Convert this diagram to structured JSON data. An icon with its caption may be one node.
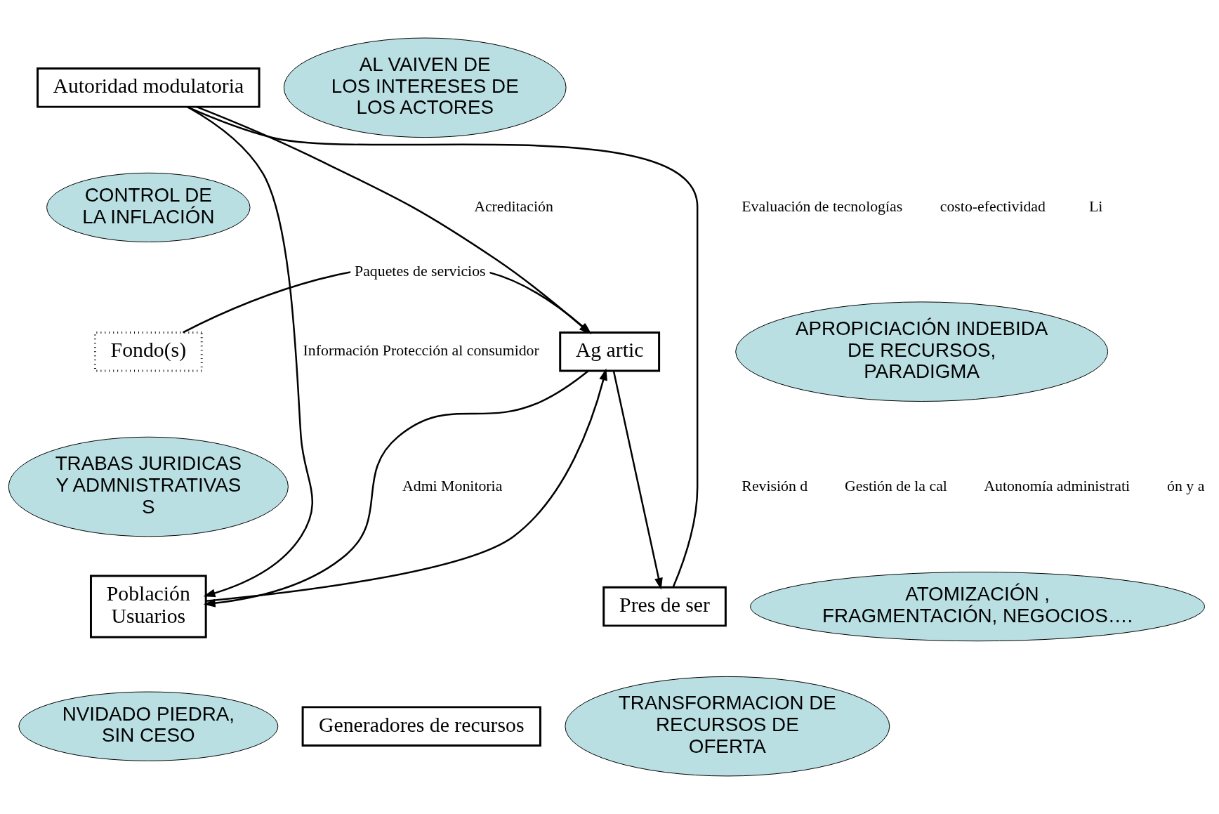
{
  "diagram": {
    "nodes": [
      {
        "text": [
          "Autoridad modulatoria"
        ]
      },
      {
        "text": [
          "Fondo(s)"
        ]
      },
      {
        "text": [
          "Ag artic"
        ]
      },
      {
        "text": [
          "Población",
          "Usuarios"
        ]
      },
      {
        "text": [
          "Pres de ser"
        ]
      },
      {
        "text": [
          "Generadores de recursos"
        ]
      },
      {
        "text": [
          "AL VAIVEN DE LOS INTERESES DE LOS ACTORES"
        ]
      },
      {
        "text": [
          "CONTROL DE LA INFLACIÓN"
        ]
      },
      {
        "text": [
          "APROPICIACIÓN INDEBIDA DE RECURSOS, PARADIGMA"
        ]
      },
      {
        "text": [
          "TRABAS JURIDICAS Y ADMNISTRATIVAS S"
        ]
      },
      {
        "text": [
          "ATOMIZACIÓN , FRAGMENTACIÓN, NEGOCIOS…."
        ]
      },
      {
        "text": [
          "NVIDADO PIEDRA, SIN CESO"
        ]
      },
      {
        "text": [
          "TRANSFORMACION DE RECURSOS DE OFERTA"
        ]
      }
    ],
    "edges": [
      {
        "from": 0,
        "to": 2,
        "arrow": "to",
        "label": "Acreditación"
      },
      {
        "from": 1,
        "to": 2,
        "arrow": "to",
        "label": "Paquetes de servicios"
      },
      {
        "from": 3,
        "to": 2,
        "arrow": "to"
      },
      {
        "from": 2,
        "to": 3,
        "arrow": "to",
        "label": "Admi Monitoria"
      },
      {
        "from": 2,
        "to": 4,
        "arrow": "to"
      },
      {
        "from": 0,
        "to": 3,
        "arrow": "to",
        "label": "Información Protección al consumidor"
      },
      {
        "from": 0,
        "to": 4,
        "arrow": "none"
      }
    ],
    "labels": [
      "Evaluación de tecnologías",
      "costo-efectividad",
      "Li",
      "Revisión d",
      "Gestión de la cal",
      "Autonomía administrati",
      "ón y a"
    ]
  }
}
